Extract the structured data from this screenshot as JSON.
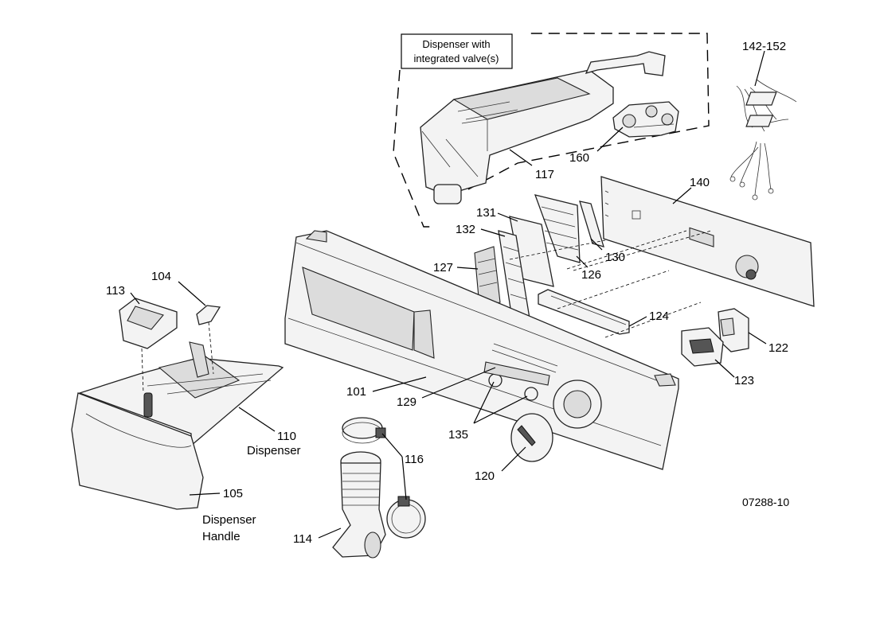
{
  "diagram": {
    "callout_box": [
      "Dispenser with",
      "integrated valve(s)"
    ],
    "labels": {
      "l142": "142-152",
      "l160": "160",
      "l117": "117",
      "l140": "140",
      "l131": "131",
      "l132": "132",
      "l130": "130",
      "l127": "127",
      "l126": "126",
      "l104": "104",
      "l113": "113",
      "l124": "124",
      "l122": "122",
      "l123": "123",
      "l101": "101",
      "l129": "129",
      "l110": "110",
      "l110_name": "Dispenser",
      "l135": "135",
      "l116": "116",
      "l120": "120",
      "l105": "105",
      "l105_name1": "Dispenser",
      "l105_name2": "Handle",
      "l114": "114",
      "drawing_number": "07288-10"
    }
  }
}
